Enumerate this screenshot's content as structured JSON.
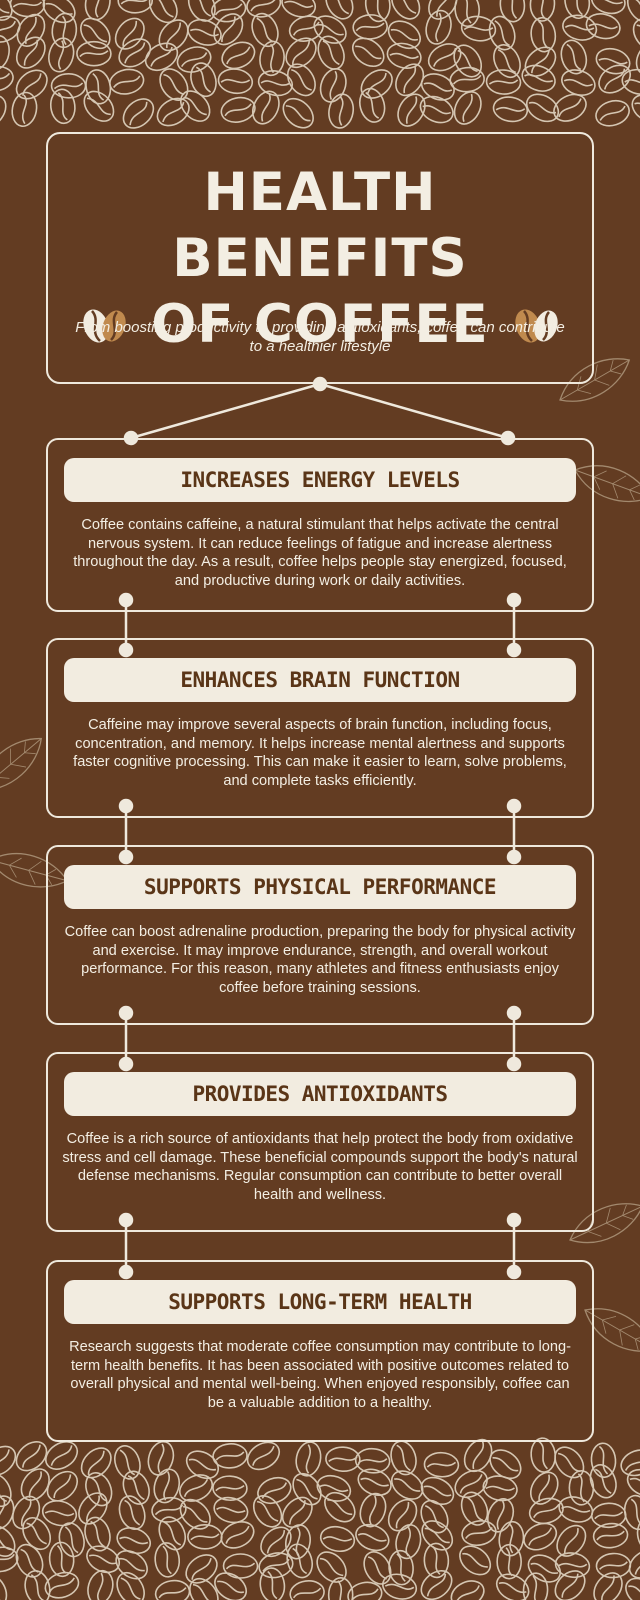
{
  "header": {
    "title_line1": "HEALTH BENEFITS",
    "title_line2": "OF COFFEE",
    "subtitle": "From boosting productivity to providing antioxidants, coffee can contribute to a healthier lifestyle"
  },
  "colors": {
    "background": "#633c22",
    "cream": "#f2ece0",
    "heading_text": "#5a3517",
    "bean_accent": "#c08a4e"
  },
  "icons": [
    "coffee-bean-icon",
    "coffee-bean-icon"
  ],
  "benefits": [
    {
      "heading": "INCREASES ENERGY LEVELS",
      "text": "Coffee contains caffeine, a natural stimulant that helps activate the central nervous system. It can reduce feelings of fatigue and increase alertness throughout the day. As a result, coffee helps people stay energized, focused, and productive during work or daily activities."
    },
    {
      "heading": "ENHANCES BRAIN FUNCTION",
      "text": "Caffeine may improve several aspects of brain function, including focus, concentration, and memory. It helps increase mental alertness and supports faster cognitive processing. This can make it easier to learn, solve problems, and complete tasks efficiently."
    },
    {
      "heading": "SUPPORTS PHYSICAL PERFORMANCE",
      "text": "Coffee can boost adrenaline production, preparing the body for physical activity and exercise. It may improve endurance, strength, and overall workout performance. For this reason, many athletes and fitness enthusiasts enjoy coffee before training sessions."
    },
    {
      "heading": "PROVIDES ANTIOXIDANTS",
      "text": "Coffee is a rich source of antioxidants that help protect the body from oxidative stress and cell damage. These beneficial compounds support the body's natural defense mechanisms. Regular consumption can contribute to better overall health and wellness."
    },
    {
      "heading": "SUPPORTS LONG-TERM HEALTH",
      "text": "Research suggests that moderate coffee consumption may contribute to long-term health benefits. It has been associated with positive outcomes related to overall physical and mental well-being. When enjoyed responsibly, coffee can be a valuable addition to a healthy."
    }
  ]
}
